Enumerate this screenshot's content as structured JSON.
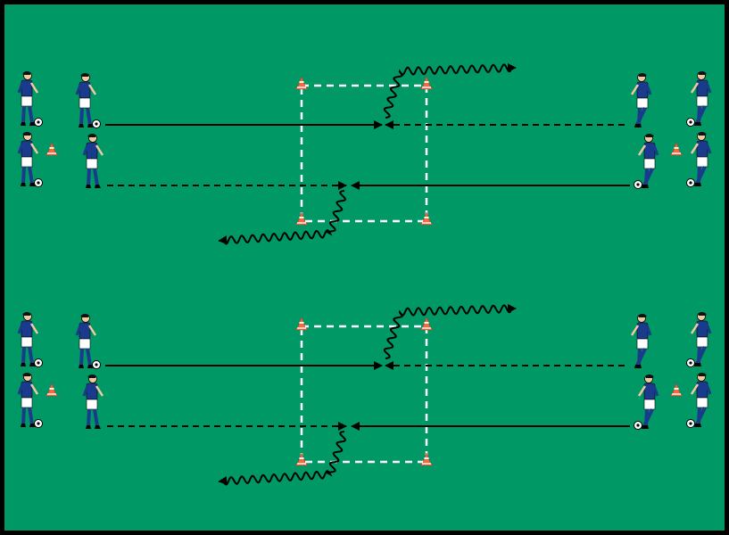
{
  "diagram": {
    "pitch_color": "#009966",
    "border_color": "#000000",
    "line_color": "#000000",
    "square_line_color": "#ffffff",
    "cone_color": "#ff6633",
    "shirt_color": "#1a3a8c",
    "shorts_color": "#ffffff",
    "drills": 2,
    "players_per_drill": 8,
    "cones_per_drill": 6
  }
}
